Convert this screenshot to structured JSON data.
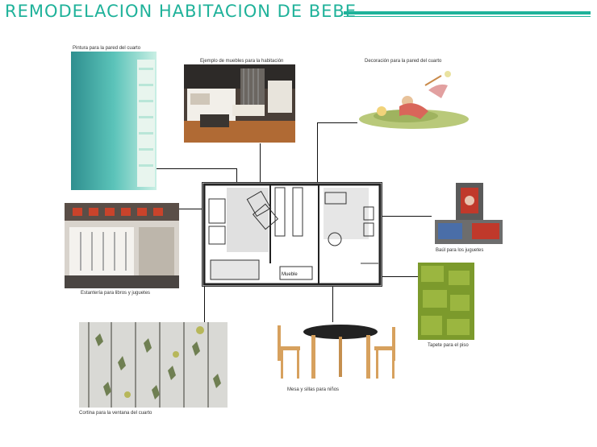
{
  "title": "REMODELACION HABITACION DE BEBE",
  "accent_color": "#1fb29a",
  "floorplan": {
    "label": "Mueble"
  },
  "items": [
    {
      "id": "paint",
      "caption": "Pintura para la pared del cuarto",
      "icon": "paint-swatch"
    },
    {
      "id": "furniture",
      "caption": "Ejemplo de muebles para la habitación",
      "icon": "furniture-photo"
    },
    {
      "id": "wall-decor",
      "caption": "Decoración para la pared del cuarto",
      "icon": "wall-illustration"
    },
    {
      "id": "shelves",
      "caption": "Estantería para libros y juguetes",
      "icon": "shelf-photo"
    },
    {
      "id": "toy-chest",
      "caption": "Baúl para los juguetes",
      "icon": "toy-chest-photo"
    },
    {
      "id": "rug",
      "caption": "Tapete para el piso",
      "icon": "rug-photo"
    },
    {
      "id": "table",
      "caption": "Mesa y sillas para niños",
      "icon": "table-chairs-photo"
    },
    {
      "id": "curtain",
      "caption": "Cortina para la ventana del cuarto",
      "icon": "curtain-photo"
    }
  ]
}
